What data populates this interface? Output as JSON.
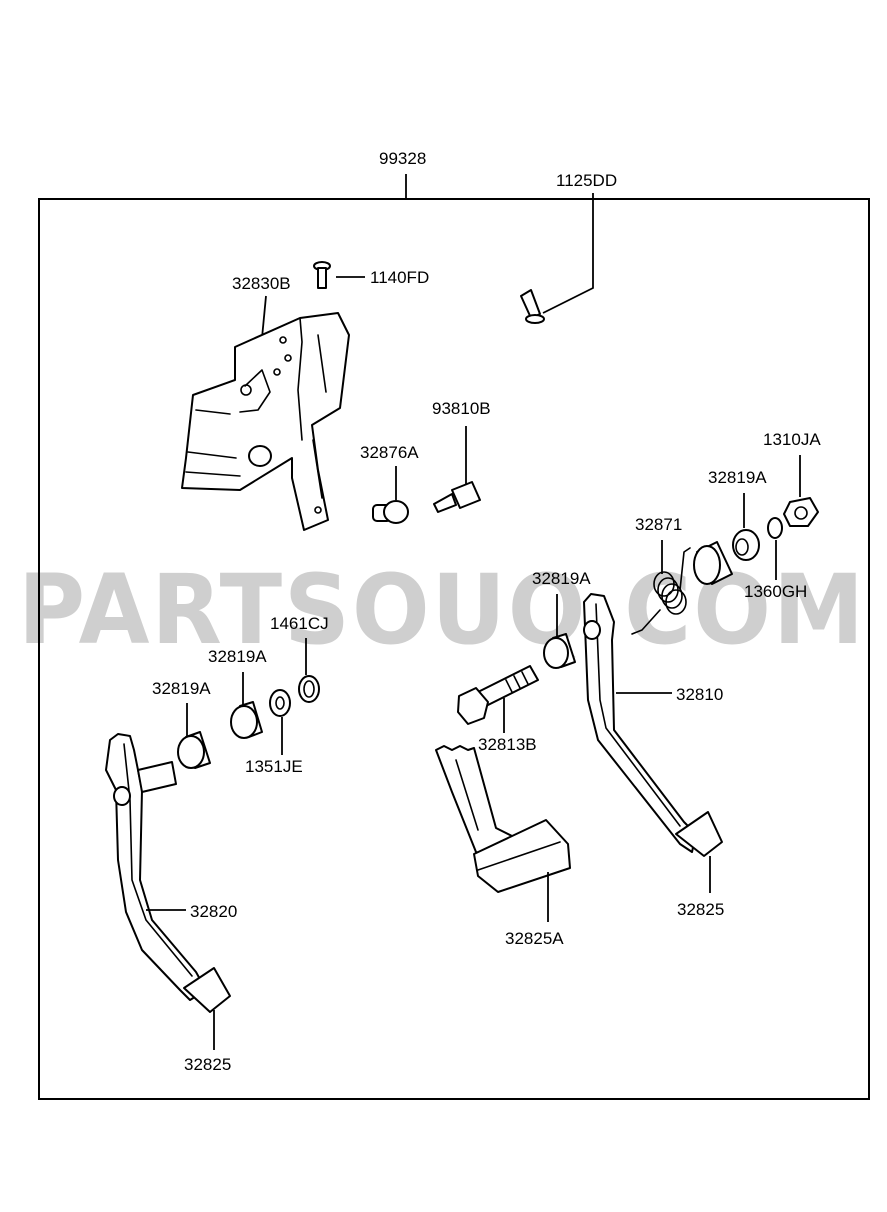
{
  "assembly": {
    "number": "99328"
  },
  "watermark": "PARTSOUQ.COM",
  "parts": {
    "bolt_top": "1125DD",
    "bracket": "32830B",
    "bracket_bolt": "1140FD",
    "stopper_switch": "93810B",
    "stopper": "32876A",
    "nut": "1310JA",
    "bushing_right_top": "32819A",
    "spring": "32871",
    "washer_right": "1360GH",
    "bushing_center": "32819A",
    "snap_ring": "1461CJ",
    "bushing_left_a": "32819A",
    "bushing_left_b": "32819A",
    "washer_left": "1351JE",
    "bolt_center": "32813B",
    "brake_pedal": "32810",
    "clutch_pedal": "32820",
    "pad_left": "32825",
    "pad_center": "32825A",
    "pad_right": "32825"
  }
}
